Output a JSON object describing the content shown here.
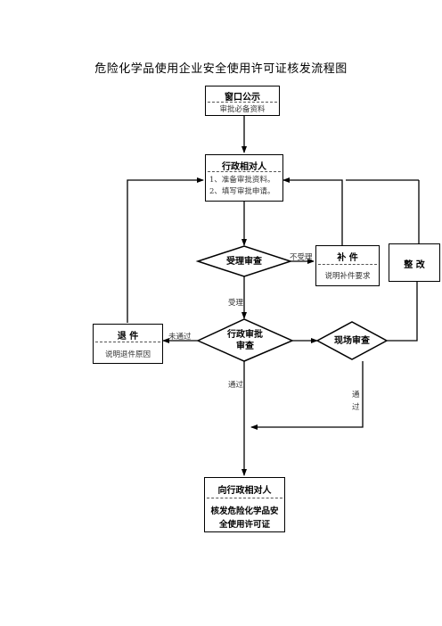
{
  "title": "危险化学品使用企业安全使用许可证核发流程图",
  "window_notice": {
    "head": "窗口公示",
    "body": "审批必备资料"
  },
  "applicant": {
    "head": "行政相对人",
    "line1": "1、准备审批资料。",
    "line2": "2、填写审批申请。"
  },
  "accept_review": {
    "label": "受理审查"
  },
  "supplement": {
    "head": "补 件",
    "body": "说明补件要求"
  },
  "rectify": {
    "label": "整 改"
  },
  "return_doc": {
    "head": "退 件",
    "body": "说明退件原因"
  },
  "admin_review": {
    "line1": "行政审批",
    "line2": "审查"
  },
  "site_review": {
    "label": "现场审查"
  },
  "result": {
    "head": "向行政相对人",
    "line1": "核发危险化学品安",
    "line2": "全使用许可证"
  },
  "edges": {
    "not_accepted": "不受理",
    "accepted": "受理",
    "not_passed": "未通过",
    "passed": "通过",
    "passed_vertical_1": "通",
    "passed_vertical_2": "过"
  }
}
